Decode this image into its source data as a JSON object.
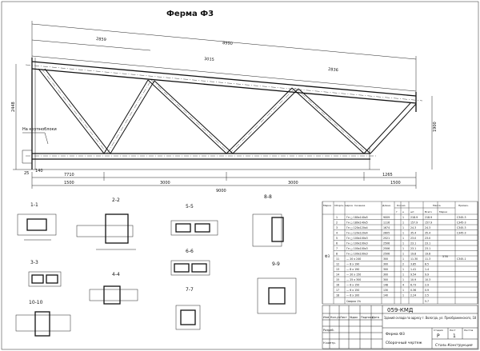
{
  "title": "Ферма Ф3",
  "main_dims": {
    "top_a": "2859",
    "top_b": "8990",
    "top_c": "3015",
    "top_d": "2836",
    "height_left": "2448",
    "height_right": "1900",
    "bottom_a": "1500",
    "bottom_b": "3000",
    "bottom_c": "3000",
    "bottom_d": "1500",
    "bottom_total": "9000",
    "span_mid": "7710",
    "span_right": "1265",
    "left_off": "140",
    "left_25": "25"
  },
  "annotation_chord": "На крупноблоки",
  "section_titles": [
    "1-1",
    "2-2",
    "3-3",
    "4-4",
    "5-5",
    "6-6",
    "7-7",
    "8-8",
    "9-9",
    "10-10"
  ],
  "spec_table": {
    "headers": [
      "Марка",
      "Сбороч. марка",
      "Сечение",
      "Длина",
      "Кол-во",
      "Масса",
      "Примеч."
    ],
    "subheaders": [
      "т",
      "н",
      "шт.",
      "Всего",
      "Марки"
    ],
    "rows": [
      [
        "1",
        "Гн ◻ 180х140х5",
        "9009",
        "1",
        "218.9",
        "218.9",
        "С345-3"
      ],
      [
        "2",
        "Гн ◻ 180х140х5",
        "1116",
        "1",
        "157.9",
        "157.9",
        "С345-3"
      ],
      [
        "3",
        "Гн ◻ 120х120х4",
        "1674",
        "1",
        "24.3",
        "24.3",
        "С345-3"
      ],
      [
        "4",
        "Гн ◻ 120х120х4",
        "2605",
        "1",
        "35.4",
        "35.4",
        "С345-3"
      ],
      [
        "5",
        "Гн ◻ 100х100х3",
        "2521",
        "1",
        "23.0",
        "23.0",
        ""
      ],
      [
        "6",
        "Гн ◻ 100х100х3",
        "2506",
        "1",
        "23.1",
        "23.1",
        ""
      ],
      [
        "7",
        "Гн ◻ 100х100х3",
        "2506",
        "1",
        "23.1",
        "23.1",
        ""
      ],
      [
        "8",
        "Гн ◻ 100х100х3",
        "2506",
        "1",
        "19.8",
        "19.8",
        ""
      ],
      [
        "11",
        "— 20 х 240",
        "300",
        "1",
        "11.30",
        "11.3",
        "С345-1"
      ],
      [
        "12",
        "— 8 х 190",
        "300",
        "2",
        "3.85",
        "8.5",
        ""
      ],
      [
        "13",
        "— 8 х 190",
        "300",
        "1",
        "1.41",
        "1.4",
        ""
      ],
      [
        "14",
        "— 20 х 150",
        "300",
        "1",
        "9.54",
        "9.9",
        ""
      ],
      [
        "15",
        "— 25 х 300",
        "300",
        "1",
        "10.9",
        "10.3",
        ""
      ],
      [
        "16",
        "— 6 х 150",
        "148",
        "4",
        "6.73",
        "2.9",
        ""
      ],
      [
        "17",
        "— 6 х 150",
        "130",
        "1",
        "0.36",
        "0.9",
        ""
      ],
      [
        "18",
        "— 6 х 100",
        "140",
        "1",
        "2.24",
        "2.5",
        ""
      ]
    ],
    "mark": "Ф3",
    "total_label": "Сварка 1%",
    "total_value": "5.7",
    "total_mass": "576"
  },
  "stamp": {
    "code": "059-КМД",
    "project": "Зданий склада по адресу г. Вологда, ул. Преображенского, 18",
    "sheet_name": "Ферма Ф3",
    "sheet_sub": "Сборочный чертеж",
    "stage_label": "Стадия",
    "sheet_label": "Лист",
    "sheets_label": "Листов",
    "stage": "Р",
    "sheet": "1",
    "org": "Сталь-Конструкция",
    "col_labels": [
      "Изм",
      "Кол.уч",
      "Лист",
      "№док",
      "Подпись",
      "Дата"
    ],
    "role_a": "Разраб.",
    "role_b": "Н.контр."
  }
}
